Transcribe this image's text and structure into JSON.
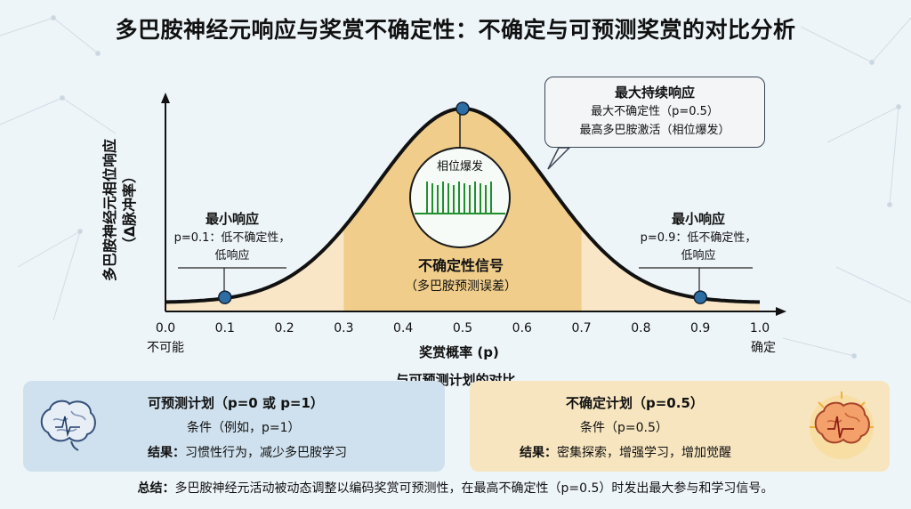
{
  "title": "多巴胺神经元响应与奖赏不确定性：不确定与可预测奖赏的对比分析",
  "y_axis_label_line1": "多巴胺神经元相位响应",
  "y_axis_label_line2": "（Δ脉冲率）",
  "x_axis_label": "奖赏概率 (p)",
  "x_ticks": [
    "0.0",
    "0.1",
    "0.2",
    "0.3",
    "0.4",
    "0.5",
    "0.6",
    "0.7",
    "0.8",
    "0.9",
    "1.0"
  ],
  "x_end_left": "不可能",
  "x_end_right": "确定",
  "peak_callout": {
    "heading": "最大持续响应",
    "line1": "最大不确定性（p=0.5）",
    "line2": "最高多巴胺激活（相位爆发）"
  },
  "burst_label": "相位爆发",
  "center_label": {
    "heading": "不确定性信号",
    "sub": "（多巴胺预测误差）"
  },
  "min_left": {
    "heading": "最小响应",
    "line1": "p=0.1：低不确定性，",
    "line2": "低响应"
  },
  "min_right": {
    "heading": "最小响应",
    "line1": "p=0.9：低不确定性，",
    "line2": "低响应"
  },
  "comparison_title": "与可预测计划的对比",
  "predictable": {
    "title": "可预测计划（p=0 或 p=1）",
    "condition": "条件（例如，p=1）",
    "result_label": "结果：",
    "result_text": "习惯性行为，减少多巴胺学习"
  },
  "uncertain": {
    "title": "不确定计划（p=0.5）",
    "condition": "条件（p=0.5）",
    "result_label": "结果：",
    "result_text": "密集探索，增强学习，增加觉醒"
  },
  "summary_label": "总结：",
  "summary_text": "多巴胺神经元活动被动态调整以编码奖赏可预测性，在最高不确定性（p=0.5）时发出最大参与和学习信号。",
  "highlight_points": [
    0.1,
    0.5,
    0.9
  ],
  "shaded_range": [
    0.3,
    0.7
  ],
  "colors": {
    "curve": "#111111",
    "fill_light": "#f9e6c6",
    "fill_dark": "#f0cd8a",
    "point": "#2e6da4",
    "burst": "#1f8f2e",
    "panel_left": "#cfe1ee",
    "panel_right": "#f6e5bf"
  }
}
